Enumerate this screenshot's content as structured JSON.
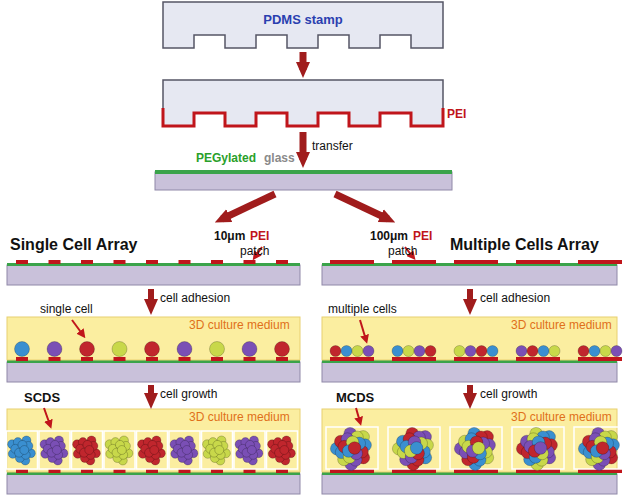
{
  "diagram": {
    "nodes": [
      {
        "text": [
          "PDMS stamp"
        ]
      }
    ],
    "labels": [
      "PEI",
      "transfer",
      "PEGylated",
      "glass",
      "Single Cell Array",
      "10μm",
      "PEI",
      "patch",
      "Multiple Cells Array",
      "100μm",
      "PEI",
      "patch",
      "single cell",
      "cell adhesion",
      "3D culture medium",
      "multiple cells",
      "cell adhesion",
      "3D culture medium",
      "SCDS",
      "cell growth",
      "3D culture medium",
      "MCDS",
      "cell growth",
      "3D culture medium"
    ]
  }
}
